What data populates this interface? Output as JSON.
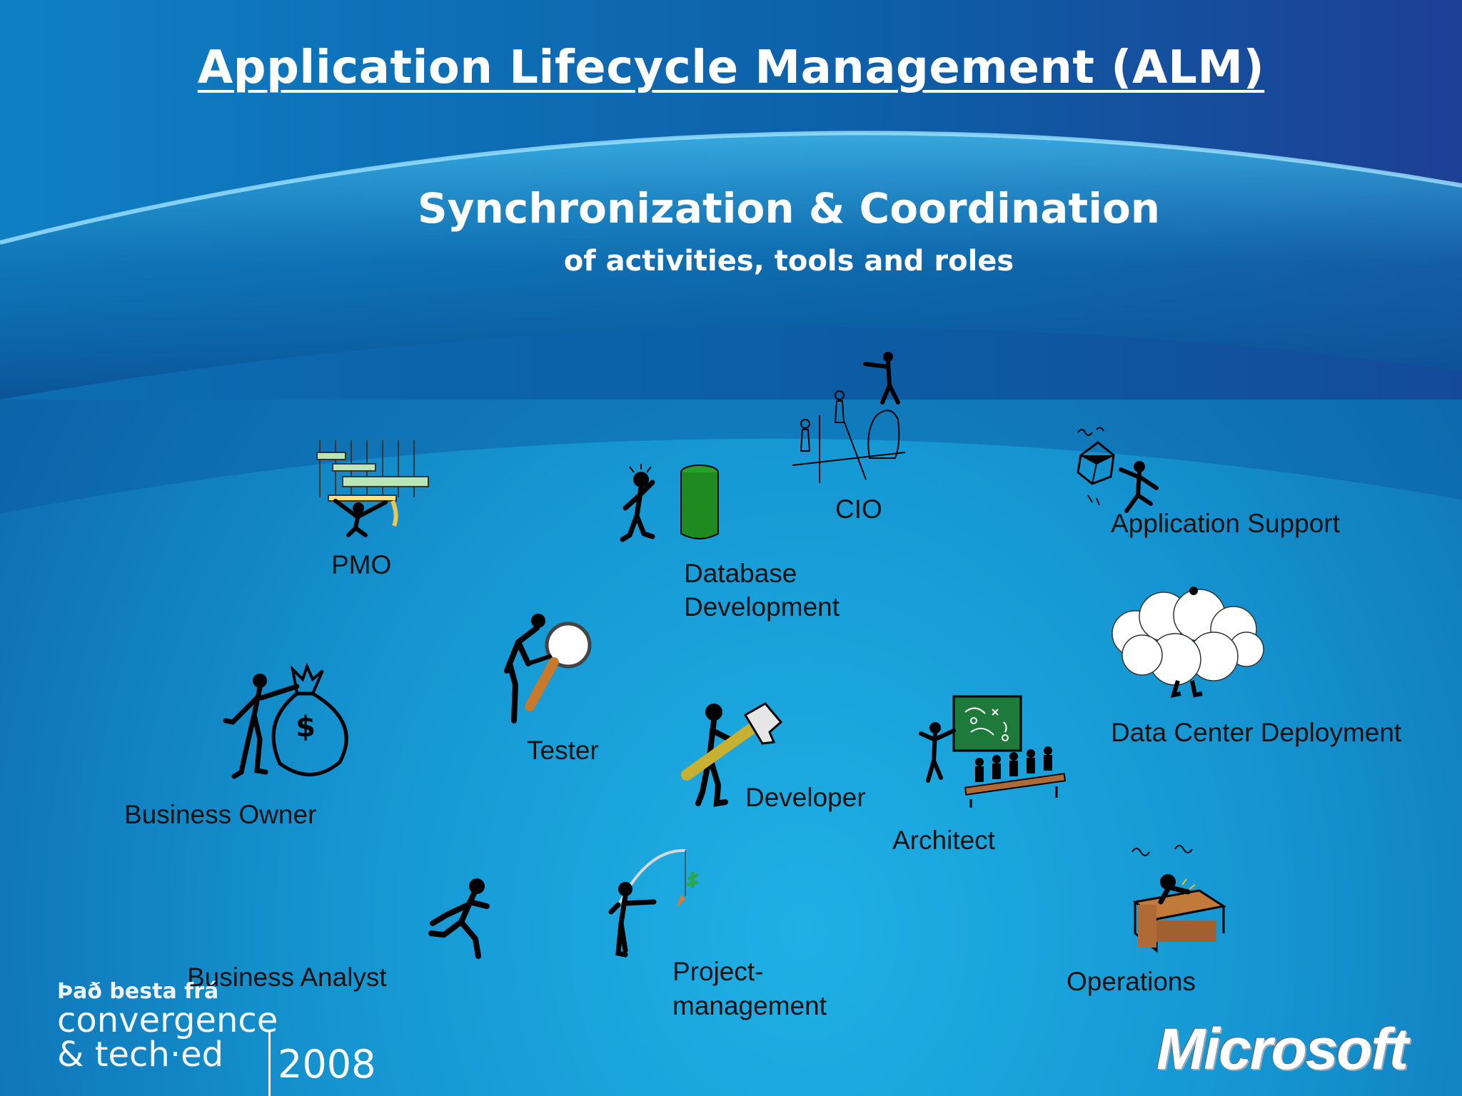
{
  "slide": {
    "title": "Application Lifecycle Management (ALM)",
    "subtitle": "Synchronization & Coordination",
    "subtitle_sub": "of activities, tools and roles"
  },
  "roles": {
    "pmo": "PMO",
    "database_line1": "Database",
    "database_line2": "Development",
    "cio": "CIO",
    "app_support": "Application Support",
    "tester": "Tester",
    "data_center": "Data Center Deployment",
    "business_owner": "Business Owner",
    "developer": "Developer",
    "architect": "Architect",
    "business_analyst": "Business Analyst",
    "project_line1": "Project-",
    "project_line2": "management",
    "operations": "Operations"
  },
  "footer": {
    "line1": "Það besta frá",
    "line2": "convergence",
    "line3": "& tech·ed",
    "year": "2008",
    "logo": "Microsoft"
  },
  "colors": {
    "background": "#1596d2",
    "title_text": "#ffffff",
    "role_text": "#111111",
    "database_cylinder": "#1f8a1f",
    "chalkboard": "#1e7a3a",
    "desk": "#b06a35"
  }
}
